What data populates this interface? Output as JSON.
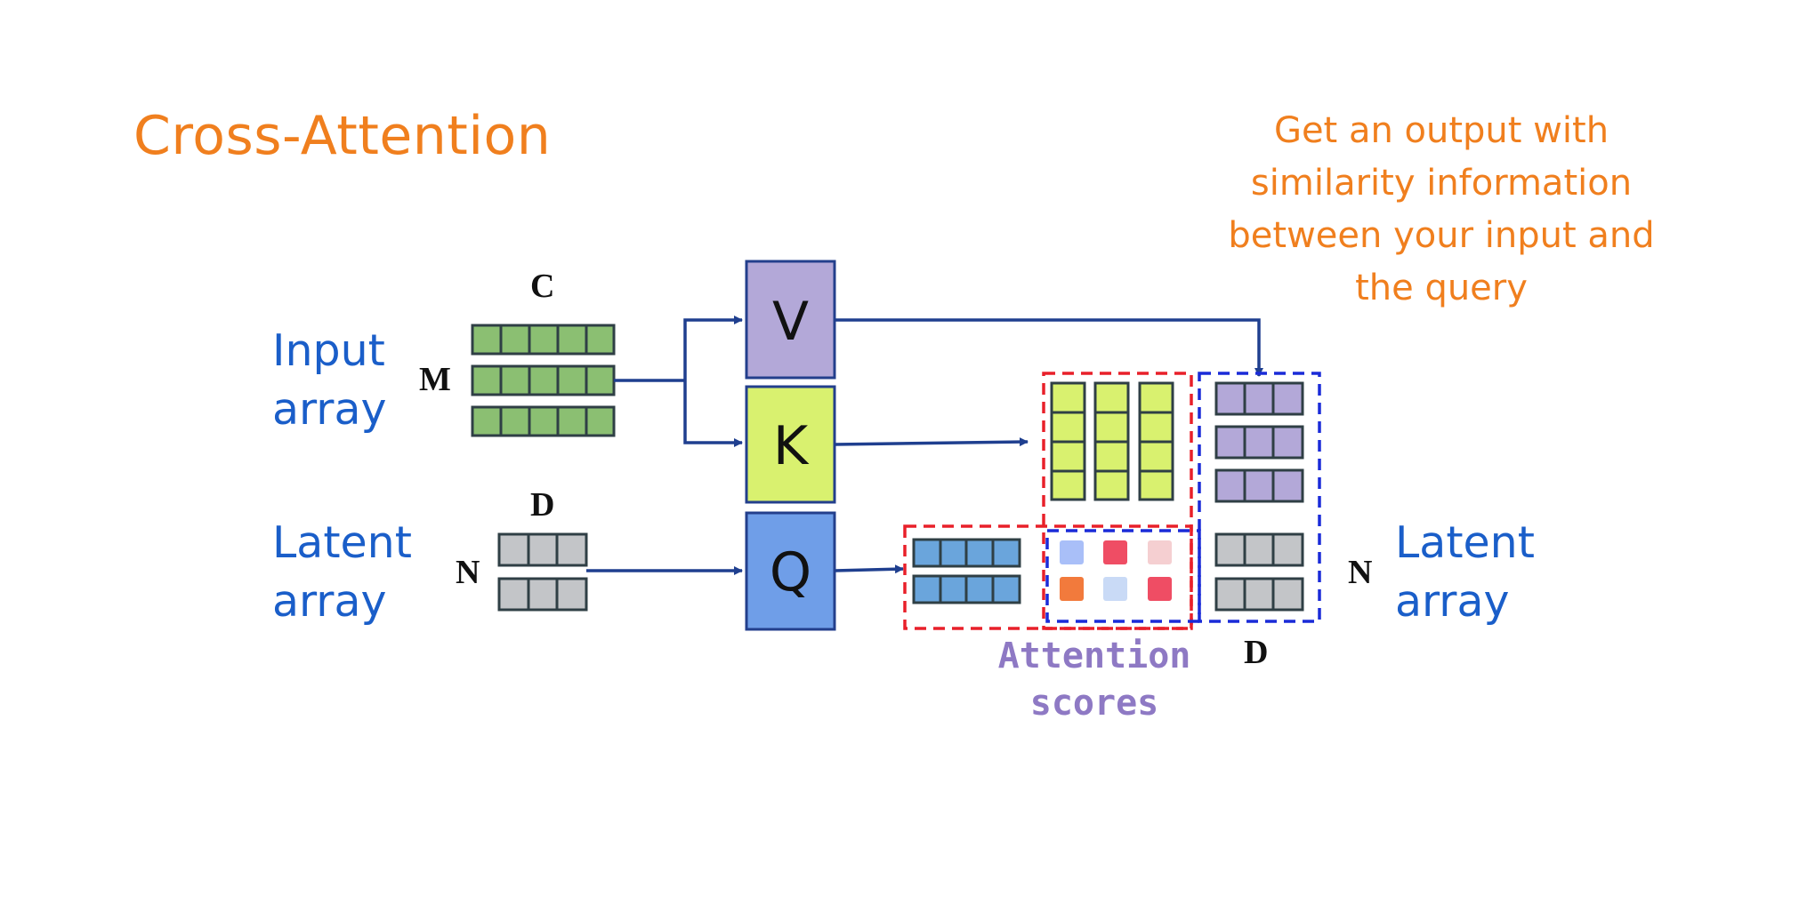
{
  "slide": {
    "title": "Cross-Attention",
    "note_lines": [
      "Get an output with",
      "similarity information",
      "between your input and",
      "the query"
    ]
  },
  "diagram": {
    "input_array": {
      "label_lines": [
        "Input",
        "array"
      ],
      "rows_dim": "M",
      "cols_dim": "C"
    },
    "latent_in": {
      "label_lines": [
        "Latent",
        "array"
      ],
      "rows_dim": "N",
      "cols_dim": "D"
    },
    "latent_out": {
      "label_lines": [
        "Latent",
        "array"
      ],
      "rows_dim": "N",
      "cols_dim": "D"
    },
    "boxes": {
      "v": "V",
      "k": "K",
      "q": "Q"
    },
    "attention_scores_lines": [
      "Attention",
      "scores"
    ],
    "colors": {
      "title_accent": "#f07f1e",
      "label_blue": "#1a5ec9",
      "input_green": "#8bbf72",
      "latent_gray": "#c3c5c8",
      "v_purple": "#b3a8d8",
      "k_yellow": "#d9f16f",
      "q_blue": "#6f9ee8",
      "query_cells": "#6aa5dc",
      "arrow_navy": "#1f3f8f",
      "dash_red": "#e8202a",
      "dash_blue": "#1a2bd8",
      "scores_purple": "#8e79c4"
    }
  }
}
